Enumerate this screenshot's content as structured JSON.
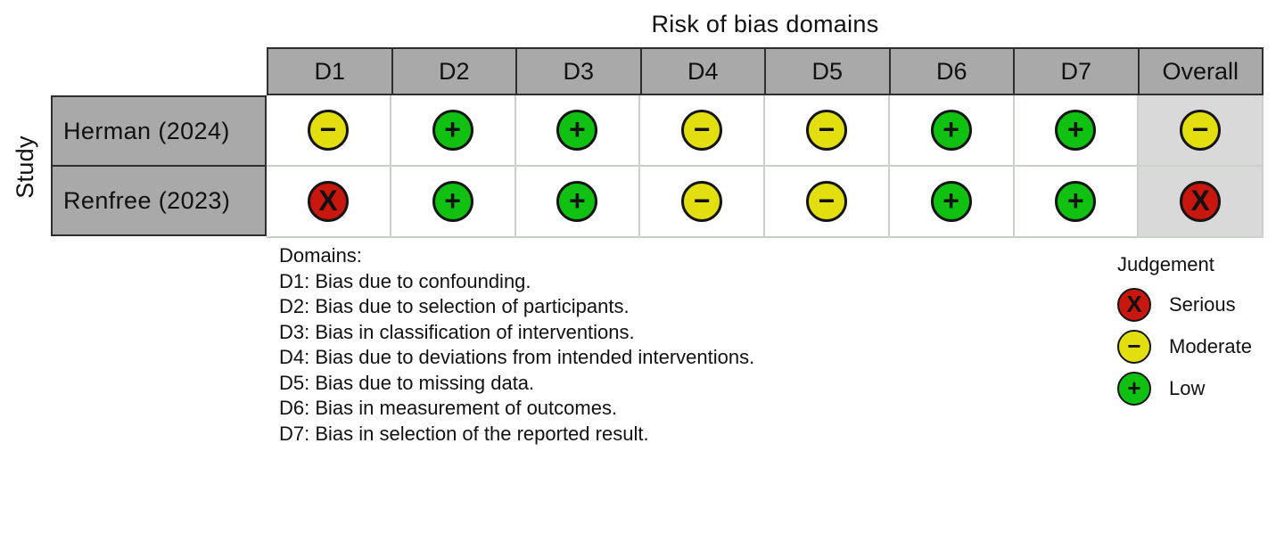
{
  "chart_data": {
    "type": "table",
    "title": "Risk of bias domains",
    "ylabel": "Study",
    "columns": [
      "D1",
      "D2",
      "D3",
      "D4",
      "D5",
      "D6",
      "D7",
      "Overall"
    ],
    "rows": [
      {
        "study": "Herman (2024)",
        "judgements": [
          "moderate",
          "low",
          "low",
          "moderate",
          "moderate",
          "low",
          "low",
          "moderate"
        ]
      },
      {
        "study": "Renfree (2023)",
        "judgements": [
          "serious",
          "low",
          "low",
          "moderate",
          "moderate",
          "low",
          "low",
          "serious"
        ]
      }
    ],
    "judgement_symbols": {
      "low": "+",
      "moderate": "−",
      "serious": "X"
    },
    "judgement_colors": {
      "low": "#11c111",
      "moderate": "#e3df0e",
      "serious": "#c7170e"
    },
    "legend_position": "bottom-right",
    "grid": true
  },
  "domains_legend": {
    "heading": "Domains:",
    "items": [
      "D1: Bias due to confounding.",
      "D2: Bias due to selection of participants.",
      "D3: Bias in classification of interventions.",
      "D4: Bias due to deviations from intended interventions.",
      "D5: Bias due to missing data.",
      "D6: Bias in measurement of outcomes.",
      "D7: Bias in selection of the reported result."
    ]
  },
  "judgement_legend": {
    "heading": "Judgement",
    "items": [
      {
        "label": "Serious",
        "judgement": "serious"
      },
      {
        "label": "Moderate",
        "judgement": "moderate"
      },
      {
        "label": "Low",
        "judgement": "low"
      }
    ]
  },
  "colors": {
    "header_fill": "#a9a9a9",
    "study_fill": "#a9a9a9",
    "overall_cell_fill": "#d9d9d9",
    "cell_fill": "#ffffff",
    "grid_line": "#c9d1c9",
    "dark_border": "#2e2e2e",
    "text": "#111111"
  }
}
